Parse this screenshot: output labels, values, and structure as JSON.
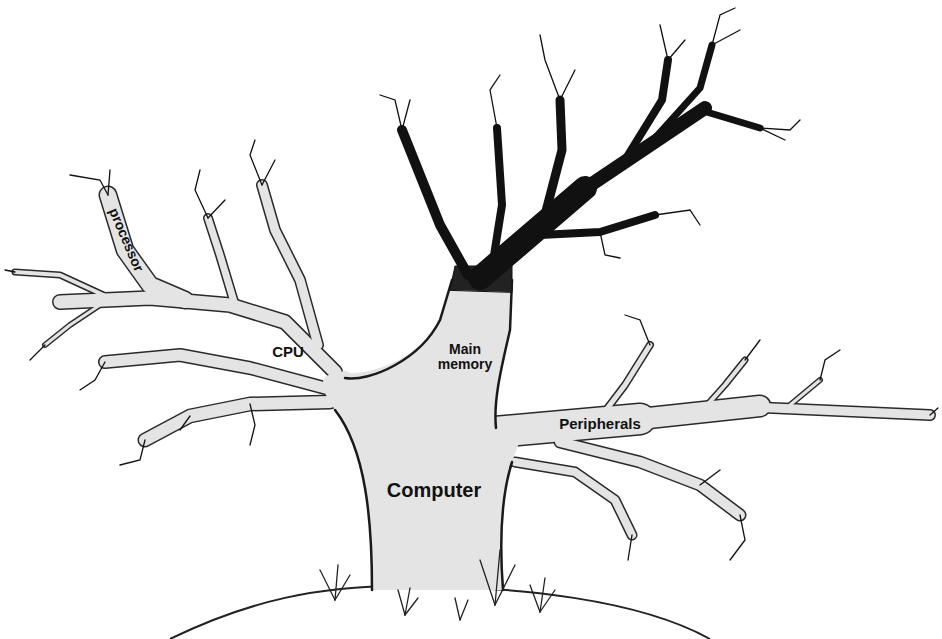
{
  "diagram": {
    "labels": [
      "processor",
      "CPU",
      "Main memory",
      "Peripherals",
      "Computer"
    ]
  }
}
